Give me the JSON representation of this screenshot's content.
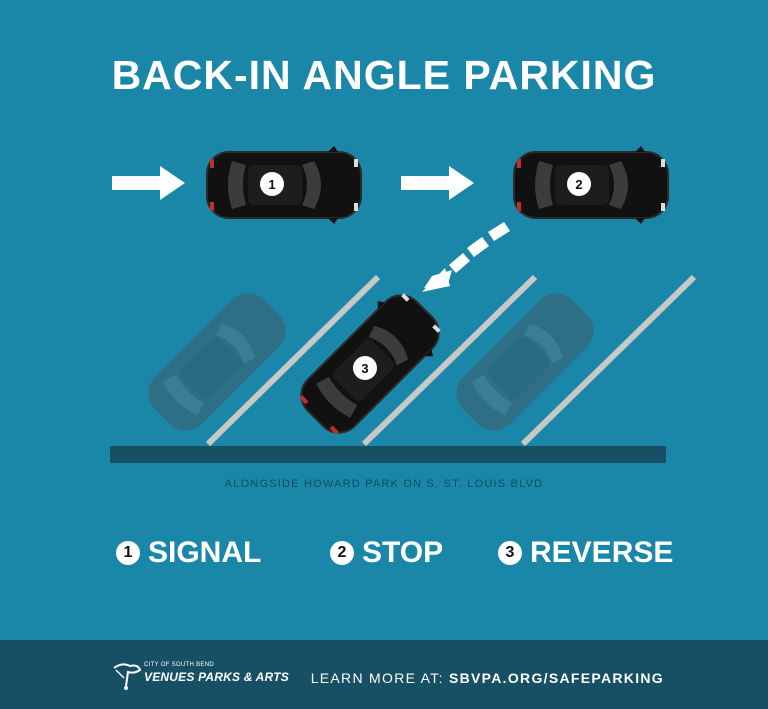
{
  "title": "BACK-IN ANGLE PARKING",
  "caption": "ALONGSIDE HOWARD PARK ON S. ST. LOUIS BLVD",
  "car_numbers": [
    "1",
    "2",
    "3"
  ],
  "steps": [
    {
      "num": "1",
      "label": "SIGNAL"
    },
    {
      "num": "2",
      "label": "STOP"
    },
    {
      "num": "3",
      "label": "REVERSE"
    }
  ],
  "footer": {
    "logo_small": "CITY OF SOUTH BEND",
    "logo_big": "VENUES PARKS & ARTS",
    "learn_prefix": "LEARN MORE AT:",
    "learn_url": "SBVPA.ORG/SAFEPARKING"
  },
  "colors": {
    "background": "#1b87a8",
    "footer": "#174f64",
    "curb": "#174f64",
    "car_body": "#111111",
    "ghost_car": "#2f6f86",
    "stripe": "#c8c8c8"
  }
}
